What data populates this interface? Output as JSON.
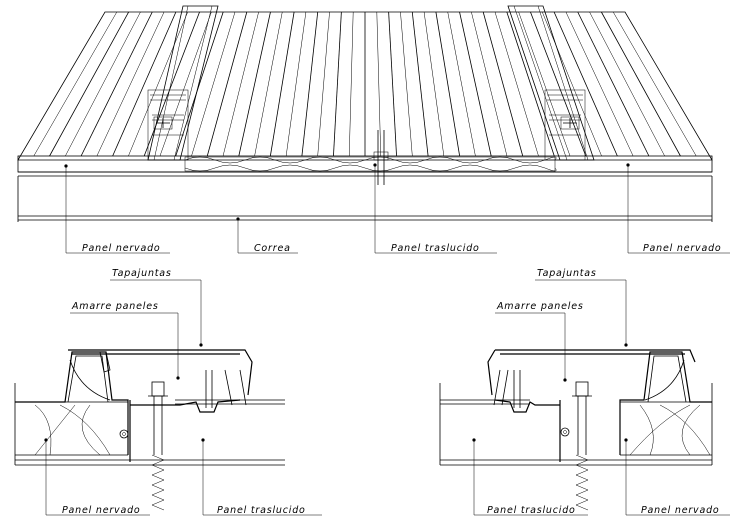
{
  "labels": {
    "top_panel_nervado_left": "Panel nervado",
    "top_correa": "Correa",
    "top_panel_traslucido": "Panel traslucido",
    "top_panel_nervado_right": "Panel nervado",
    "left_tapajuntas": "Tapajuntas",
    "left_amarre": "Amarre paneles",
    "left_panel_nervado": "Panel nervado",
    "left_panel_traslucido": "Panel traslucido",
    "right_tapajuntas": "Tapajuntas",
    "right_amarre": "Amarre paneles",
    "right_panel_traslucido": "Panel traslucido",
    "right_panel_nervado": "Panel nervado"
  }
}
